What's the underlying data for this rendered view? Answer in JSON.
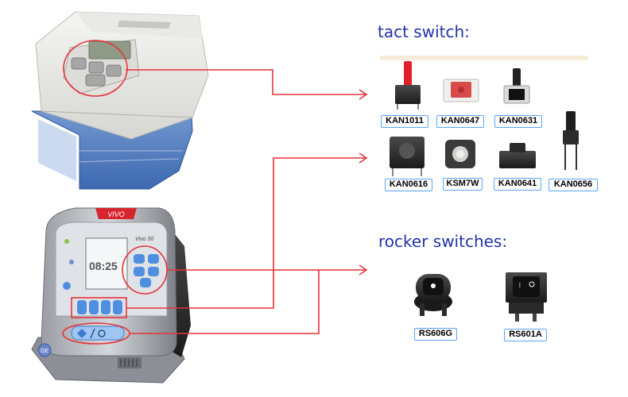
{
  "sections": {
    "tact_title": "tact switch:",
    "rocker_title": "rocker switches:"
  },
  "tact_switches": [
    {
      "label": "KAN1011"
    },
    {
      "label": "KAN0647"
    },
    {
      "label": "KAN0631"
    },
    {
      "label": "KSM7W"
    },
    {
      "label": "KAN0616"
    },
    {
      "label": "KAN0641"
    },
    {
      "label": "KAN0656"
    }
  ],
  "rocker_switches": [
    {
      "label": "RS606G"
    },
    {
      "label": "RS601A"
    }
  ],
  "device2": {
    "brand": "VIVO",
    "model": "Vivo 30",
    "screen_time": "08:25",
    "maker_logo": "GE"
  },
  "colors": {
    "heading": "#2233aa",
    "annotation": "#e8323c",
    "label_border": "#5aa6ff",
    "button_blue": "#4e8fe0"
  }
}
